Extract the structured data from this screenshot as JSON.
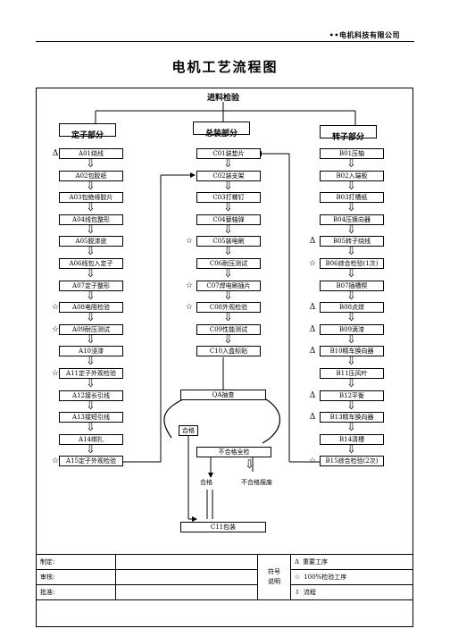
{
  "header": {
    "company": "••电机科技有限公司"
  },
  "title": "电机工艺流程图",
  "top": {
    "label": "进料检验"
  },
  "sections": {
    "stator": "定子部分",
    "assembly": "总装部分",
    "rotor": "转子部分"
  },
  "stator_steps": [
    {
      "label": "A01绕线",
      "mark": "Δ"
    },
    {
      "label": "A02包胶纸",
      "mark": ""
    },
    {
      "label": "A03包绝缘胶片",
      "mark": ""
    },
    {
      "label": "A04线包整形",
      "mark": ""
    },
    {
      "label": "A05脱漆皮",
      "mark": ""
    },
    {
      "label": "A06线包入定子",
      "mark": ""
    },
    {
      "label": "A07定子整形",
      "mark": ""
    },
    {
      "label": "A08电阻检验",
      "mark": "☆"
    },
    {
      "label": "A09耐压测试",
      "mark": "☆"
    },
    {
      "label": "A10浸漆",
      "mark": ""
    },
    {
      "label": "A11定子外观检验",
      "mark": "☆"
    },
    {
      "label": "A12接长引线",
      "mark": ""
    },
    {
      "label": "A13接短引线",
      "mark": ""
    },
    {
      "label": "A14绑扎",
      "mark": ""
    },
    {
      "label": "A15定子外观检验",
      "mark": "☆"
    }
  ],
  "assembly_steps": [
    {
      "label": "C01装垫片",
      "mark": ""
    },
    {
      "label": "C02装支架",
      "mark": ""
    },
    {
      "label": "C03打螺钉",
      "mark": ""
    },
    {
      "label": "C04替轴弹",
      "mark": ""
    },
    {
      "label": "C05装电刷",
      "mark": "☆"
    },
    {
      "label": "C06耐压测试",
      "mark": ""
    },
    {
      "label": "C07焊电刷插片",
      "mark": "☆"
    },
    {
      "label": "C08外观检验",
      "mark": "☆"
    },
    {
      "label": "C09性能测试",
      "mark": ""
    },
    {
      "label": "C10入盒标贴",
      "mark": ""
    }
  ],
  "rotor_steps": [
    {
      "label": "B01压轴",
      "mark": ""
    },
    {
      "label": "B02入端板",
      "mark": ""
    },
    {
      "label": "B03打槽纸",
      "mark": ""
    },
    {
      "label": "B04压换向器",
      "mark": ""
    },
    {
      "label": "B05转子绕线",
      "mark": "Δ"
    },
    {
      "label": "B06综合检验(1次)",
      "mark": "☆"
    },
    {
      "label": "B07插槽楔",
      "mark": ""
    },
    {
      "label": "B08点焊",
      "mark": "Δ"
    },
    {
      "label": "B09滴漆",
      "mark": "Δ"
    },
    {
      "label": "B10精车换向器",
      "mark": "Δ"
    },
    {
      "label": "B11压风叶",
      "mark": ""
    },
    {
      "label": "B12平衡",
      "mark": "Δ"
    },
    {
      "label": "B13精车换向器",
      "mark": "Δ"
    },
    {
      "label": "B14清槽",
      "mark": ""
    },
    {
      "label": "B15综合检验(2次)",
      "mark": "☆"
    }
  ],
  "qa": {
    "sampling": "QA抽查",
    "pass_small": "合格",
    "fail": "不合格全检",
    "pass_after": "合格",
    "scrap": "不合格报废",
    "package": "C11包装"
  },
  "footer": {
    "made": "制定:",
    "review": "审核:",
    "approve": "批准:",
    "symbol_title": "符号说明",
    "legend": [
      {
        "icon": "Δ",
        "text": "重要工序"
      },
      {
        "icon": "☆",
        "text": "100%检验工序"
      },
      {
        "icon": "⇩",
        "text": "流程"
      }
    ]
  }
}
